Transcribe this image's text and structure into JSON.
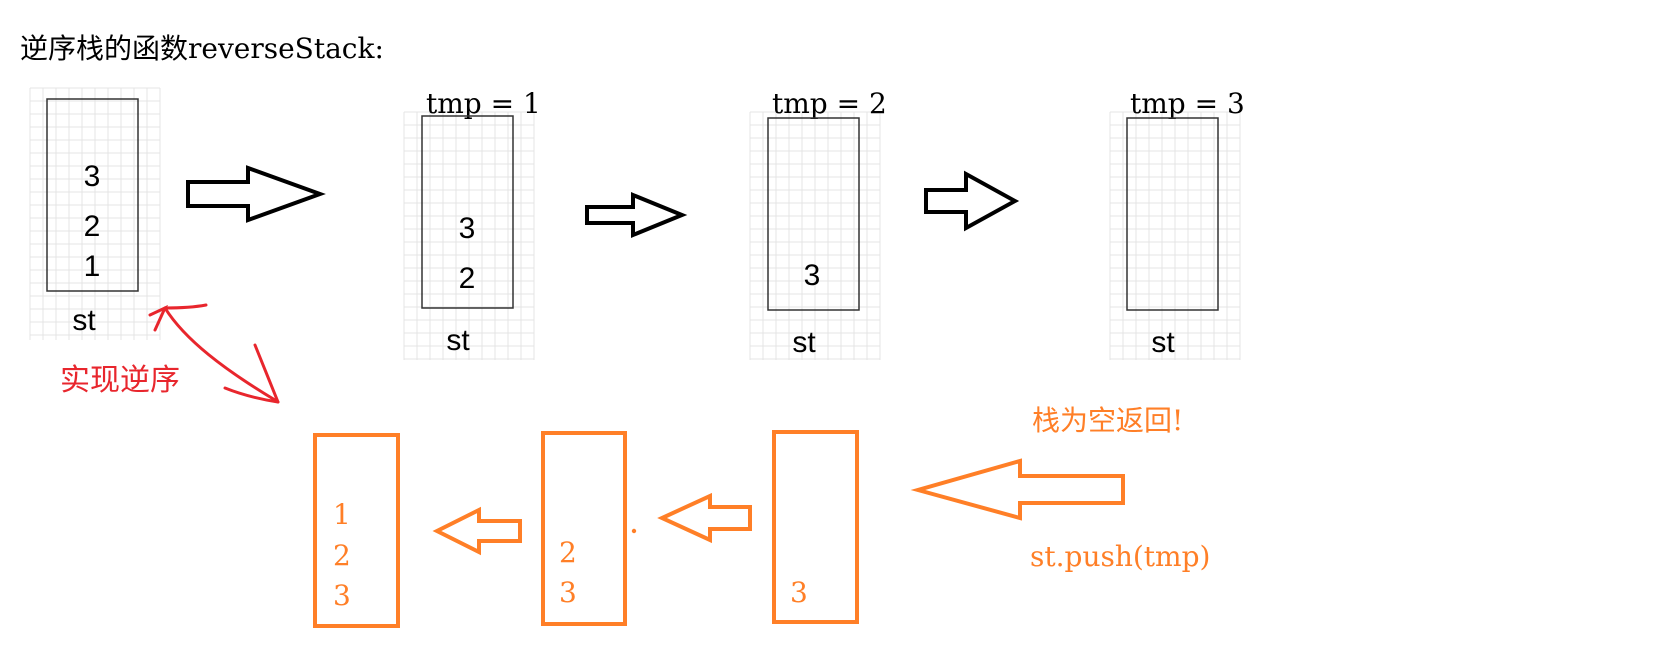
{
  "title": "逆序栈的函数reverseStack:",
  "colors": {
    "black": "#000000",
    "box_border": "#333333",
    "orange": "#ff7f27",
    "red": "#e8262d",
    "grid": "#e4e4e4"
  },
  "top_row": {
    "stacks": [
      {
        "tmp_label": "",
        "items": [
          "3",
          "2",
          "1"
        ],
        "caption": "st"
      },
      {
        "tmp_label": "tmp = 1",
        "items": [
          "3",
          "2"
        ],
        "caption": "st"
      },
      {
        "tmp_label": "tmp = 2",
        "items": [
          "3"
        ],
        "caption": "st"
      },
      {
        "tmp_label": "tmp = 3",
        "items": [],
        "caption": "st"
      }
    ]
  },
  "bottom_row": {
    "stacks": [
      {
        "items": [
          "1",
          "2",
          "3"
        ]
      },
      {
        "items": [
          "2",
          "3"
        ]
      },
      {
        "items": [
          "3"
        ]
      }
    ],
    "empty_return_note": "栈为空返回!",
    "push_note": "st.push(tmp)"
  },
  "reverse_note": "实现逆序",
  "icons": [
    "arrow-right-icon",
    "arrow-left-icon",
    "double-arrow-icon"
  ]
}
